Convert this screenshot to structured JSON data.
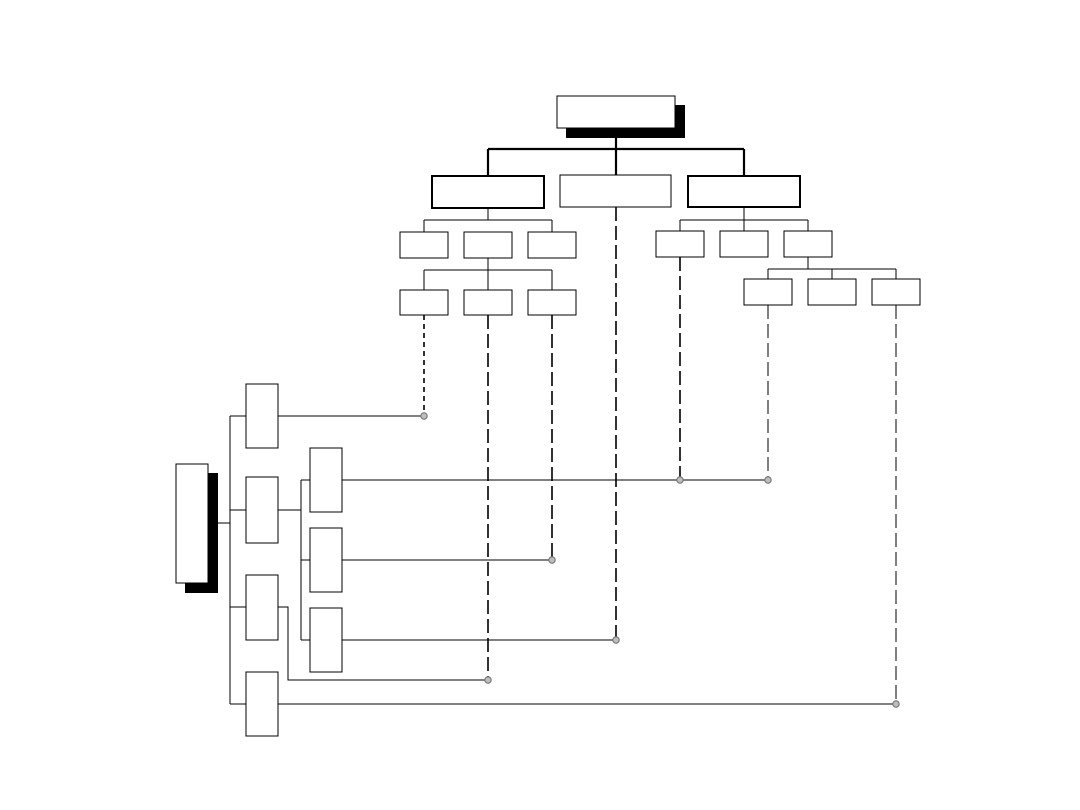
{
  "diagram": {
    "kind": "two-axis tree / matrix diagram with empty boxes",
    "text_labels": [],
    "colors": {
      "line": "#000000",
      "box_fill": "#ffffff",
      "shadow": "#000000",
      "node_fill": "#bdbdbd"
    },
    "top_tree": {
      "root": {
        "id": "top-root",
        "shadowed": true
      },
      "level1": [
        "top-l1-left",
        "top-l1-center",
        "top-l1-right"
      ],
      "level2": [
        "top-l2-a",
        "top-l2-b",
        "top-l2-c",
        "top-l2-d",
        "top-l2-e",
        "top-l2-f"
      ],
      "level3": [
        "top-l3-a",
        "top-l3-b",
        "top-l3-c",
        "top-l3-d",
        "top-l3-e",
        "top-l3-f"
      ]
    },
    "left_tree": {
      "root": {
        "id": "left-root",
        "shadowed": true
      },
      "level1": [
        "left-l1-a",
        "left-l1-b",
        "left-l1-c",
        "left-l1-d"
      ],
      "level2": [
        "left-l2-a",
        "left-l2-b",
        "left-l2-c"
      ]
    },
    "links": [
      {
        "from": "top-l3-a",
        "to": "left-l1-a",
        "style": "dotted"
      },
      {
        "from": "top-l2-d",
        "to": "left-l2-a",
        "style": "dashed"
      },
      {
        "from": "top-l3-d",
        "to": "left-l2-a",
        "style": "dashed"
      },
      {
        "from": "top-l3-c",
        "to": "left-l2-b",
        "style": "dashed"
      },
      {
        "from": "top-l1-center",
        "to": "left-l2-c",
        "style": "dashed"
      },
      {
        "from": "top-l3-b",
        "to": "left-l1-c",
        "style": "dashed"
      },
      {
        "from": "top-l3-f",
        "to": "left-l1-d",
        "style": "dashed"
      }
    ]
  }
}
